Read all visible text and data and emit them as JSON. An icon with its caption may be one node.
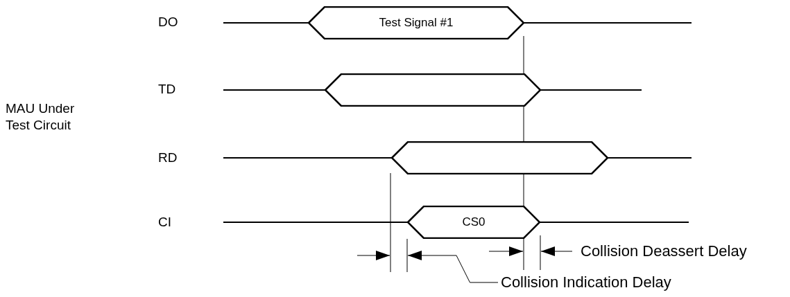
{
  "diagram": {
    "nodes": [
      {
        "text": [
          "Test Signal #1"
        ]
      },
      {
        "text": [],
        "shape": "hexagon"
      },
      {
        "text": [],
        "shape": "hexagon"
      },
      {
        "text": [
          "CS0"
        ]
      },
      {
        "text": [
          "Collision Indication Delay"
        ]
      },
      {
        "text": [],
        "shape": "arrow"
      }
    ],
    "edges": [
      {
        "from": 4,
        "to": 5,
        "arrow": "none"
      }
    ],
    "labels": [
      "DO",
      "TD",
      "MAU Under Test Circuit",
      "RD",
      "CI",
      "Collision Deassert Delay"
    ]
  }
}
